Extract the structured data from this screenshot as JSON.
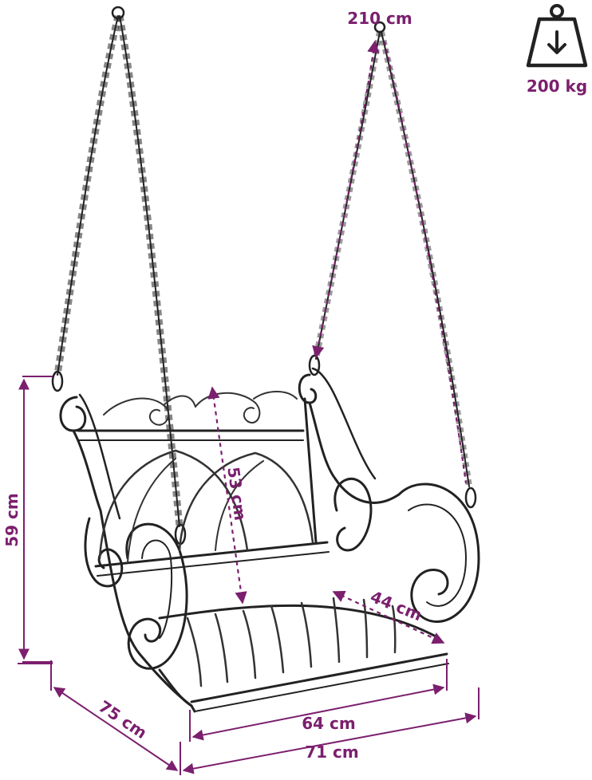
{
  "colors": {
    "accent": "#7b1f6e",
    "line": "#222222",
    "background": "#ffffff"
  },
  "icons": {
    "weight": "weight-icon"
  },
  "labels": {
    "chain_length": "210 cm",
    "max_load": "200 kg",
    "height": "59 cm",
    "backrest_height": "53 cm",
    "seat_depth": "44 cm",
    "depth": "75 cm",
    "seat_width": "64 cm",
    "total_width": "71 cm"
  }
}
